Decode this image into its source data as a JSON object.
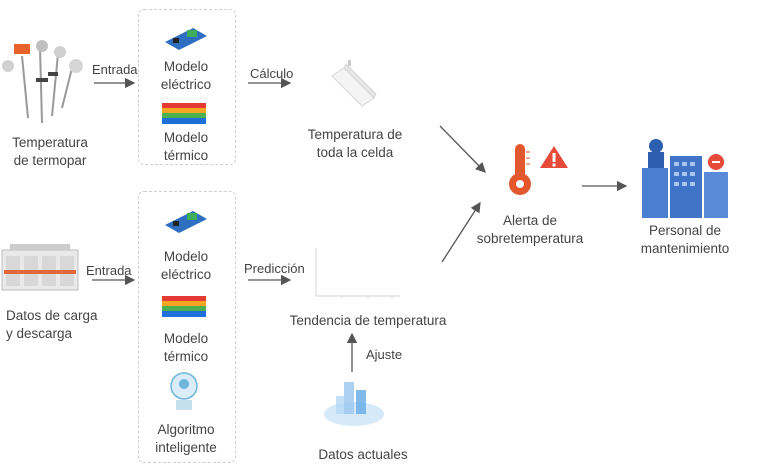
{
  "inputs": {
    "thermocouple": "Temperatura\nde termopar",
    "charge_data": "Datos de carga\ny descarga"
  },
  "edges": {
    "entrada_top": "Entrada",
    "entrada_bottom": "Entrada",
    "calculo": "Cálculo",
    "prediccion": "Predicción",
    "ajuste": "Ajuste"
  },
  "models_top": {
    "electrical": "Modelo\neléctrico",
    "thermal": "Modelo\ntérmico"
  },
  "models_bottom": {
    "electrical": "Modelo\neléctrico",
    "thermal": "Modelo\ntérmico",
    "algorithm": "Algoritmo\ninteligente"
  },
  "outputs": {
    "cell_temp": "Temperatura de\ntoda la celda",
    "trend": "Tendencia de temperatura",
    "current_data": "Datos actuales",
    "alert": "Alerta de\nsobretemperatura",
    "staff": "Personal de\nmantenimiento"
  },
  "colors": {
    "arrow": "#555555",
    "thermometer": "#e2572d",
    "warning": "#e84a3a",
    "building": "#3f74c9",
    "board": "#2f6fc2"
  }
}
